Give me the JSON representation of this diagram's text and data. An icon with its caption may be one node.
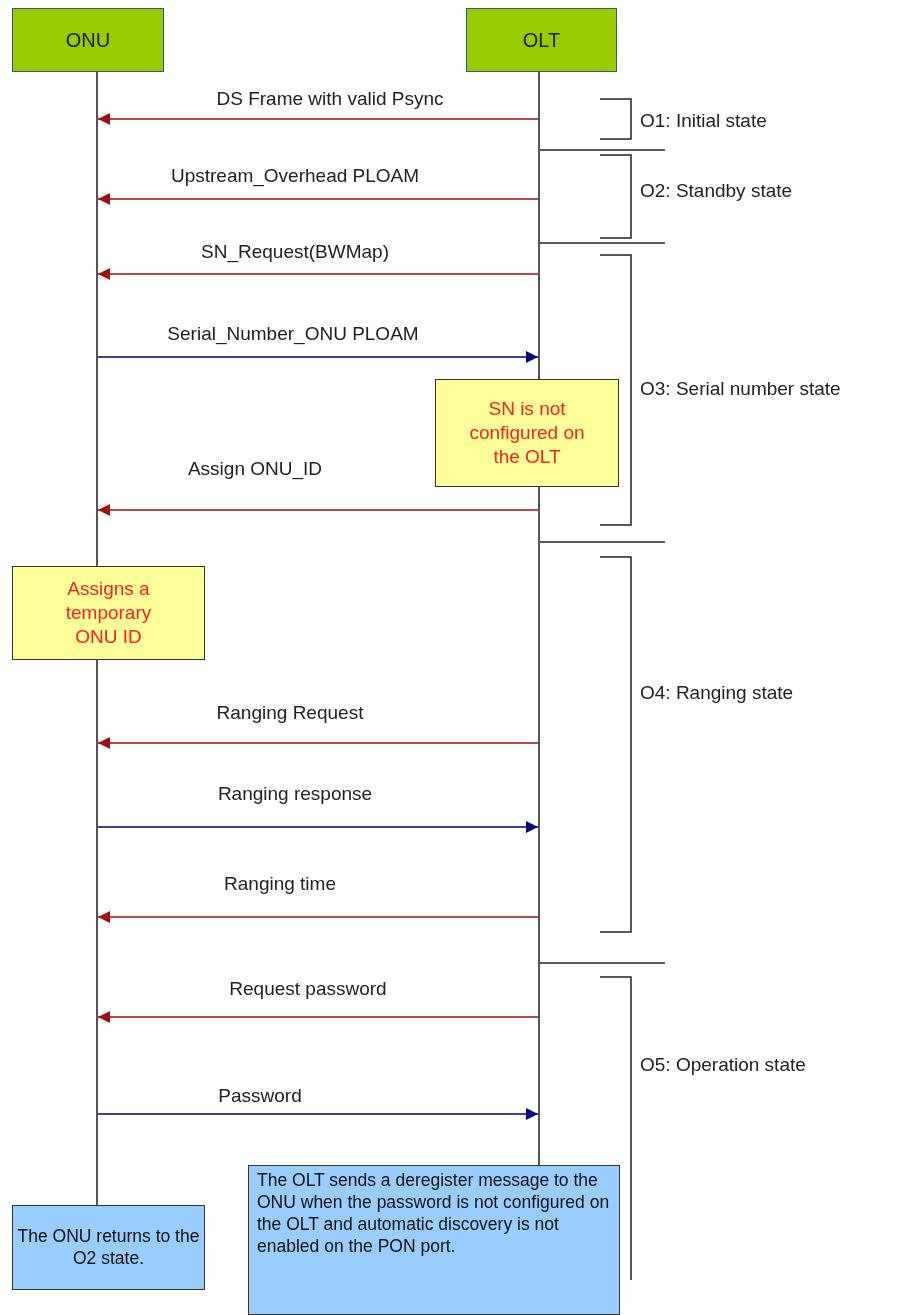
{
  "diagram": {
    "nodes": [
      {
        "text": [
          "ONU"
        ]
      },
      {
        "text": [
          "OLT"
        ]
      },
      {
        "text": [],
        "shape": "line"
      },
      {
        "text": [],
        "shape": "line"
      },
      {
        "text": [
          "SN is not configured on the OLT"
        ]
      },
      {
        "text": [
          "Assigns a temporary ONU ID"
        ]
      },
      {
        "text": [
          "The ONU returns to the O2 state."
        ]
      },
      {
        "text": [
          "The OLT sends a deregister message to the ONU when the password is not configured on the OLT and automatic discovery is not enabled on the PON port."
        ]
      }
    ],
    "edges": [
      {
        "from": 3,
        "to": 2,
        "arrow": "to",
        "label": "DS Frame with valid Psync"
      },
      {
        "from": 3,
        "to": 2,
        "arrow": "to",
        "label": "Upstream_Overhead PLOAM"
      },
      {
        "from": 3,
        "to": 2,
        "arrow": "to",
        "label": "SN_Request(BWMap)"
      },
      {
        "from": 2,
        "to": 3,
        "arrow": "to",
        "label": "Serial_Number_ONU PLOAM",
        "color": "#000080"
      },
      {
        "from": 3,
        "to": 2,
        "arrow": "to",
        "label": "Assign ONU_ID"
      },
      {
        "from": 3,
        "to": 2,
        "arrow": "to",
        "label": "Ranging Request"
      },
      {
        "from": 2,
        "to": 3,
        "arrow": "to",
        "label": "Ranging response",
        "color": "#000080"
      },
      {
        "from": 3,
        "to": 2,
        "arrow": "to",
        "label": "Ranging time"
      },
      {
        "from": 3,
        "to": 2,
        "arrow": "to",
        "label": "Request password"
      },
      {
        "from": 2,
        "to": 3,
        "arrow": "to",
        "label": "Password",
        "color": "#000080"
      }
    ],
    "labels": [
      "O1: Initial state",
      "O2: Standby state",
      "O3: Serial number state",
      "O4: Ranging state",
      "O5: Operation state"
    ]
  }
}
